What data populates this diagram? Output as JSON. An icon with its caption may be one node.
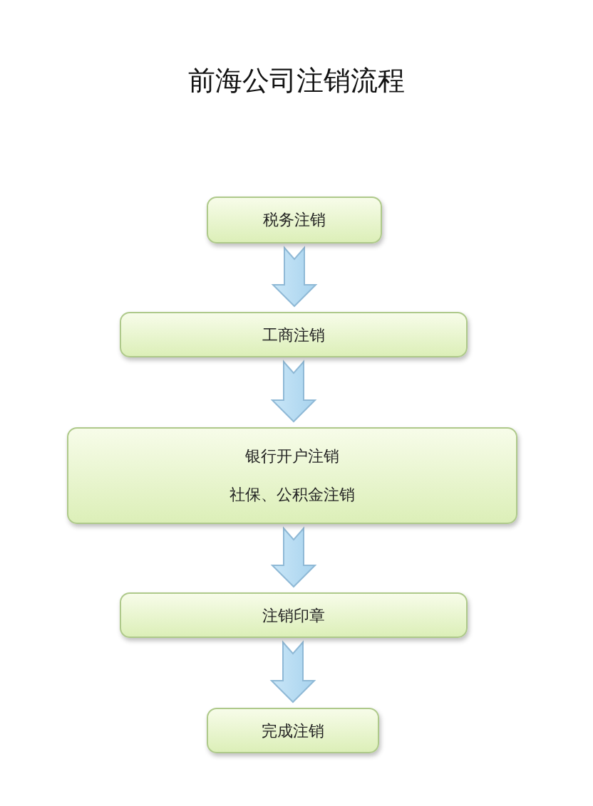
{
  "diagram": {
    "title": "前海公司注销流程",
    "nodes": [
      {
        "text": [
          "税务注销"
        ]
      },
      {
        "text": [
          "工商注销"
        ]
      },
      {
        "text": [
          "银行开户注销",
          "社保、公积金注销"
        ]
      },
      {
        "text": [
          "注销印章"
        ]
      },
      {
        "text": [
          "完成注销"
        ]
      }
    ],
    "edges": [
      {
        "from": 0,
        "to": 1,
        "arrow": "to"
      },
      {
        "from": 1,
        "to": 2,
        "arrow": "to"
      },
      {
        "from": 2,
        "to": 3,
        "arrow": "to"
      },
      {
        "from": 3,
        "to": 4,
        "arrow": "to"
      }
    ]
  }
}
